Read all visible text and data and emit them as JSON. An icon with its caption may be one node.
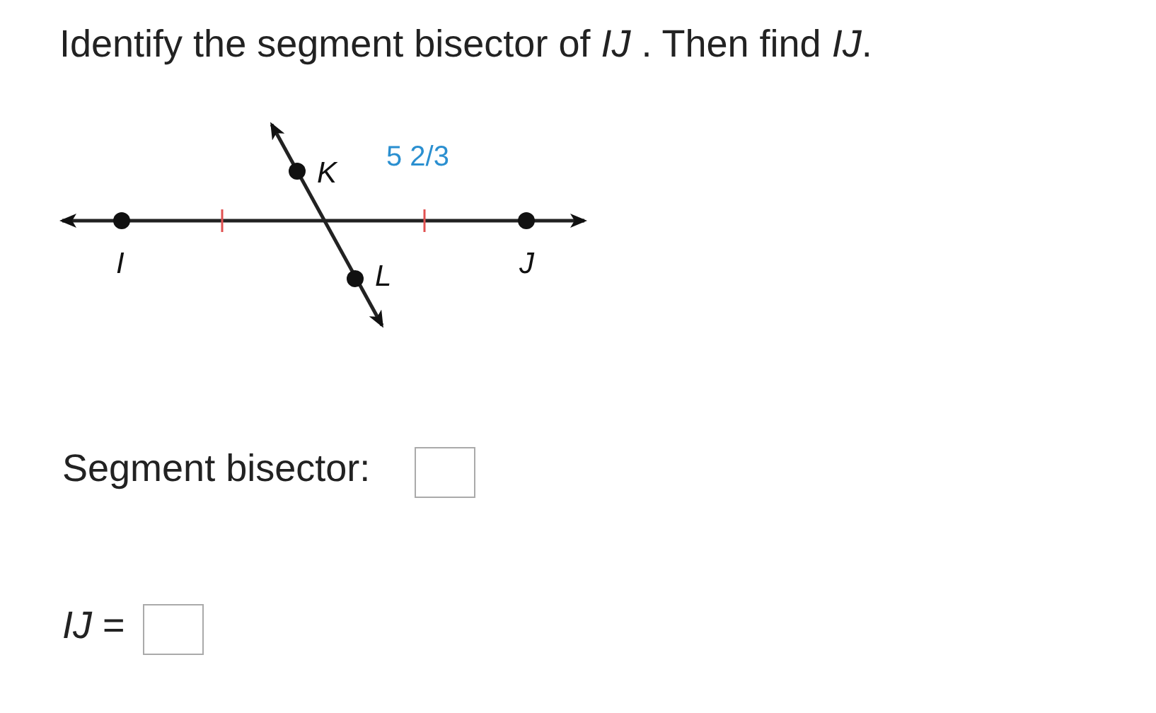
{
  "diagram": {
    "title": "Identify the segment bisector of *IJ* . Then find *IJ*.",
    "nodes": [
      {
        "text": [
          "I"
        ]
      },
      {
        "text": [
          "K"
        ]
      },
      {
        "text": [
          "L"
        ]
      },
      {
        "text": [
          "J"
        ]
      }
    ],
    "labels": [
      "5 2/3",
      "Segment bisector:",
      "*IJ* ="
    ]
  }
}
